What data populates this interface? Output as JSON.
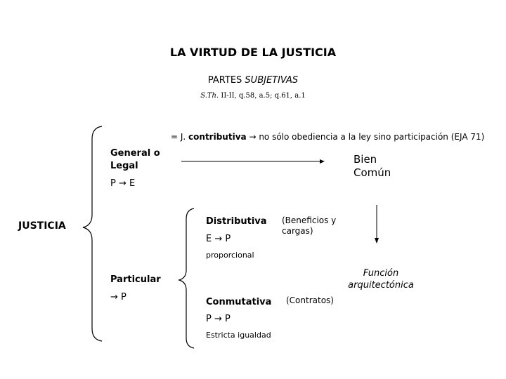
{
  "title": "LA VIRTUD DE LA JUSTICIA",
  "subtitle": {
    "prefix": "PARTES ",
    "emphasis": "SUBJETIVAS"
  },
  "reference": {
    "emphasis": "S.Th.",
    "rest": " II-II, q.58, a.5; q.61, a.1"
  },
  "general_note": {
    "prefix": "= J. ",
    "keyword": "contributiva",
    "arrow": " → ",
    "rest": "no sólo obediencia a la ley sino participación (EJA 71)"
  },
  "root": "JUSTICIA",
  "general": {
    "label_line1": "General o",
    "label_line2": "Legal",
    "formula": "P → E"
  },
  "bien_comun": {
    "line1": "Bien",
    "line2": "Común"
  },
  "particular": {
    "label": "Particular",
    "formula": "→ P"
  },
  "distributiva": {
    "label": "Distributiva",
    "formula": "E → P",
    "note": "proporcional",
    "aside_line1": "(Beneficios y",
    "aside_line2": "cargas)"
  },
  "conmutativa": {
    "label": "Conmutativa",
    "formula": "P → P",
    "note": "Estricta igualdad",
    "aside": "(Contratos)"
  },
  "funcion": {
    "line1": "Función",
    "line2": "arquitectónica"
  }
}
